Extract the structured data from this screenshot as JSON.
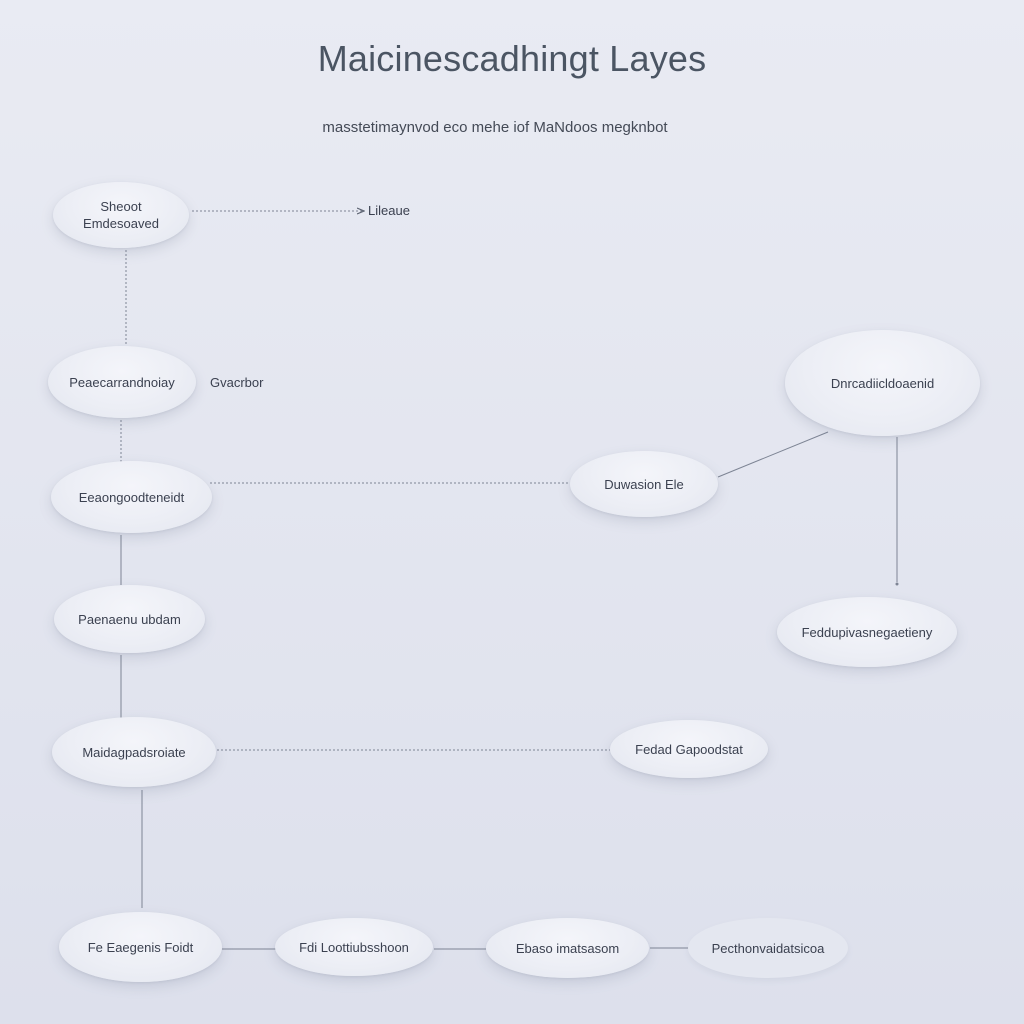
{
  "title": "Maicinescadhingt Layes",
  "subtitle": "masstetimaynvod eco mehe iof MaNdoos megknbot",
  "nodes": {
    "n1": "Sheoot\nEmdesoaved",
    "n2": "Peaecarrandnoiay",
    "n3": "Eeaongoodteneidt",
    "n4": "Paenaenu ubdam",
    "n5": "Maidagpadsroiate",
    "n6": "Fe Eaegenis Foidt",
    "n7": "Fdi Loottiubsshoon",
    "n8": "Ebaso imatsasom",
    "n9": "Pecthonvaidatsicoa",
    "n10": "Duwasion Ele",
    "n11": "Dnrcadiicldoaenid",
    "n12": "Feddupivasnegaetieny",
    "n13": "Fedad Gapoodstat"
  },
  "labels": {
    "top_arrow_target": "Lileaue",
    "side_note": "Gvacrbor"
  }
}
